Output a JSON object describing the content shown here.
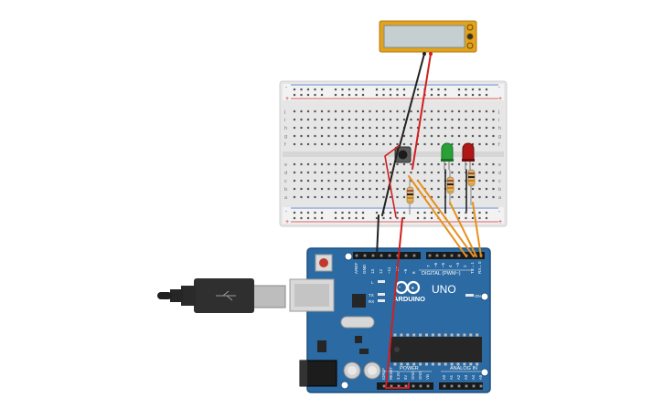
{
  "colors": {
    "board": "#2b6aa3",
    "board_dark": "#1d4f80",
    "breadboard": "#e6e6e6",
    "breadboard_rail": "#f2f2f2",
    "lcd_frame": "#e2a21c",
    "lcd_screen": "#c5cfd2",
    "wire_black": "#222222",
    "wire_red": "#d21f1f",
    "wire_orange": "#e7901c",
    "led_green": "#2aa136",
    "led_red": "#b01818",
    "usb_body": "#2f2f2f",
    "usb_plug": "#bdbdbd",
    "chip": "#262626"
  },
  "icons": {
    "arduino_logo": "infinity-logo-icon",
    "reset_button": "reset-button-icon",
    "usb_port": "usb-port-icon",
    "power_jack": "power-jack-icon",
    "pushbutton": "pushbutton-icon"
  },
  "arduino": {
    "brand": "ARDUINO",
    "model": "UNO",
    "digital_header_label": "DIGITAL (PWM~)",
    "power_label": "POWER",
    "analog_label": "ANALOG IN",
    "on_label": "ON",
    "tx_label": "TX",
    "rx_label": "RX",
    "l_label": "L",
    "top_pins_left": [
      "AREF",
      "GND",
      "13",
      "12",
      "~11",
      "~10",
      "~9",
      "8"
    ],
    "top_pins_right": [
      "7",
      "~6",
      "~5",
      "4",
      "~3",
      "2",
      "TX→1",
      "RX←0"
    ],
    "bottom_power_pins": [
      "IOREF",
      "RESET",
      "3.3V",
      "5V",
      "GND",
      "GND",
      "Vin"
    ],
    "bottom_analog_pins": [
      "A0",
      "A1",
      "A2",
      "A3",
      "A4",
      "A5"
    ]
  },
  "breadboard": {
    "row_letters_top": [
      "j",
      "i",
      "h",
      "g",
      "f"
    ],
    "row_letters_bottom": [
      "e",
      "d",
      "c",
      "b",
      "a"
    ],
    "rail_plus": "+",
    "rail_minus": "-"
  }
}
